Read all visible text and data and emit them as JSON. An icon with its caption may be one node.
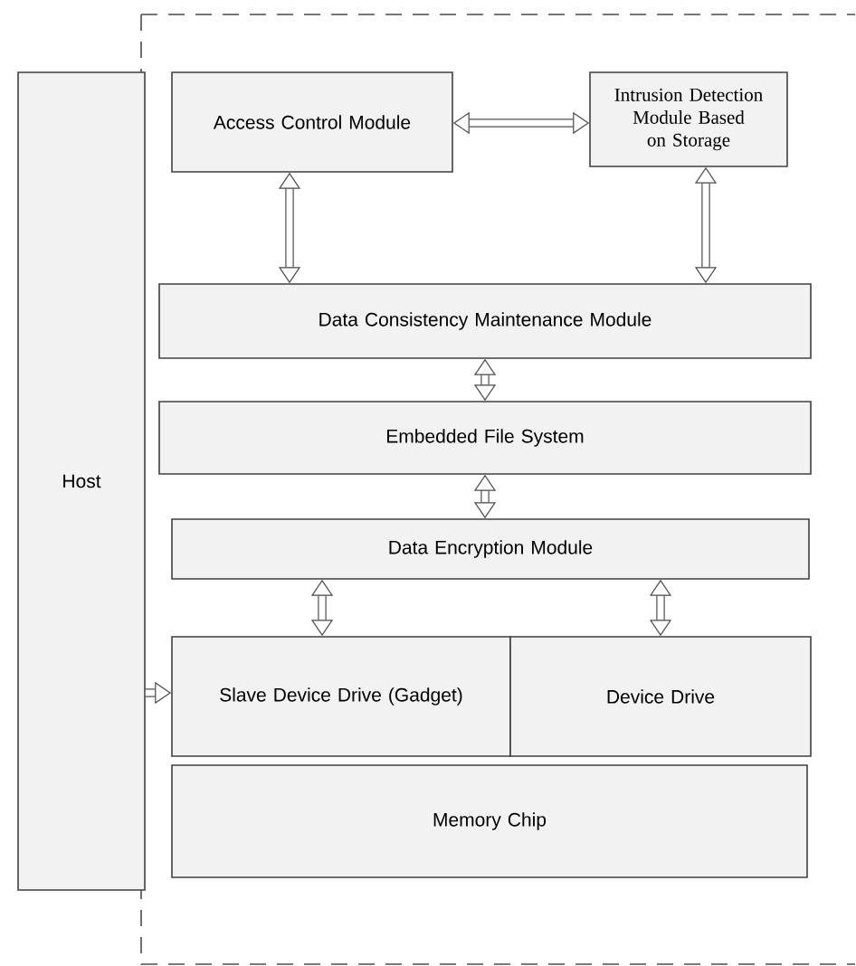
{
  "diagram": {
    "nodes": [
      {
        "text": [
          "Host"
        ]
      },
      {
        "text": [
          "Access Control Module"
        ]
      },
      {
        "text": [
          "Intrusion Detection Module Based on Storage"
        ]
      },
      {
        "text": [
          "Data Consistency Maintenance Module"
        ]
      },
      {
        "text": [
          "Embedded File System"
        ]
      },
      {
        "text": [
          "Data Encryption Module"
        ]
      },
      {
        "text": [
          "Slave Device Drive (Gadget)"
        ]
      },
      {
        "text": [
          "Device Drive"
        ]
      },
      {
        "text": [
          "Memory Chip"
        ]
      }
    ],
    "edges": [
      {
        "from": 1,
        "to": 2,
        "arrow": "both"
      },
      {
        "from": 1,
        "to": 3,
        "arrow": "both"
      },
      {
        "from": 2,
        "to": 3,
        "arrow": "both"
      },
      {
        "from": 3,
        "to": 4,
        "arrow": "both"
      },
      {
        "from": 4,
        "to": 5,
        "arrow": "both"
      },
      {
        "from": 5,
        "to": 6,
        "arrow": "both"
      },
      {
        "from": 5,
        "to": 7,
        "arrow": "both"
      },
      {
        "from": 0,
        "to": 6,
        "arrow": "to"
      }
    ]
  }
}
